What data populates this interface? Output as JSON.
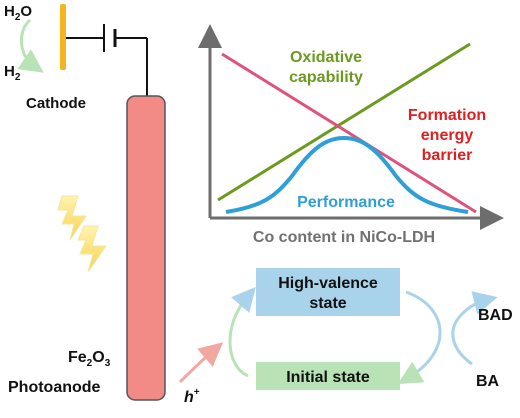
{
  "cell": {
    "water_label": "H",
    "water_sub": "2",
    "water_tail": "O",
    "hydrogen_label": "H",
    "hydrogen_sub": "2",
    "cathode_label": "Cathode",
    "anode_material": "Fe",
    "anode_sub1": "2",
    "anode_mid": "O",
    "anode_sub2": "3",
    "photoanode_label": "Photoanode",
    "hole_label": "h",
    "hole_sup": "+"
  },
  "chart": {
    "xlabel": "Co content in NiCo-LDH",
    "oxidative_line1": "Oxidative",
    "oxidative_line2": "capability",
    "barrier_line1": "Formation",
    "barrier_line2": "energy",
    "barrier_line3": "barrier",
    "performance_label": "Performance"
  },
  "cycle": {
    "high_state": "High-valence",
    "high_state2": "state",
    "initial_state": "Initial state",
    "bad_label": "BAD",
    "ba_label": "BA"
  },
  "colors": {
    "oxidative": "#6b9a1f",
    "barrier": "#e0527c",
    "performance": "#2e9fd8",
    "rod_fill": "#f28b86",
    "high_box": "#a9d3ea",
    "initial_box": "#b9e3b6",
    "cathode_bar": "#f4b51e",
    "arrow_blue": "#a9d3ea",
    "arrow_green": "#b9e3b6"
  }
}
